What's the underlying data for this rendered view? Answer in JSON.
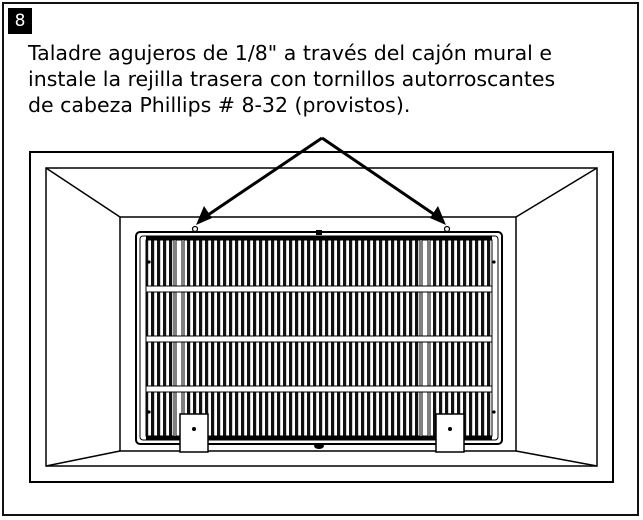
{
  "step": {
    "number": "8"
  },
  "instruction": {
    "text": "Taladre agujeros de 1/8\" a través del cajón mural e\ninstale la rejilla trasera con tornillos autorroscantes\nde cabeza Phillips # 8-32 (provistos)."
  },
  "illustration": {
    "stroke_color": "#000000",
    "background_color": "#ffffff",
    "depicts": [
      "wall-sleeve",
      "rear-grille",
      "drill-hole-arrows",
      "mounting-brackets"
    ]
  }
}
